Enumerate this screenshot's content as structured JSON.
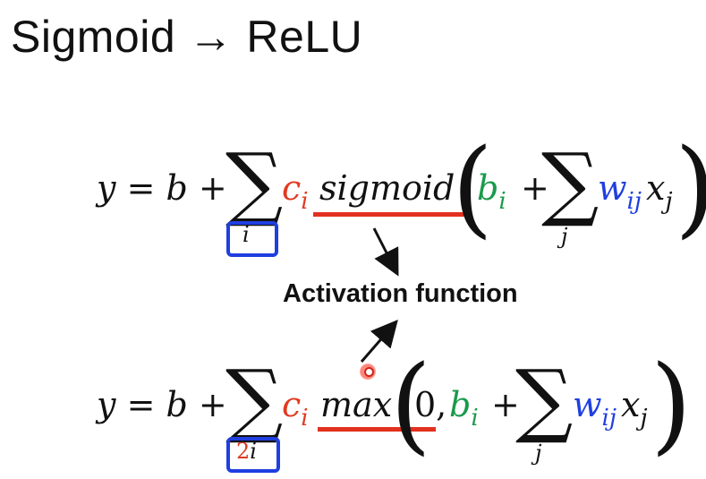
{
  "title": "Sigmoid → ReLU",
  "eq1": {
    "y": "y",
    "eq": "=",
    "b": "b",
    "plus": "+",
    "c": "c",
    "c_sub": "i",
    "func": "sigmoid",
    "b2": "b",
    "b2_sub": "i",
    "plus2": "+",
    "w": "w",
    "w_sub": "ij",
    "x": "x",
    "x_sub": "j",
    "sum_index": "i",
    "inner_sum_index": "j"
  },
  "eq2": {
    "y": "y",
    "eq": "=",
    "b": "b",
    "plus": "+",
    "c": "c",
    "c_sub": "i",
    "func": "max",
    "zero": "0,",
    "b2": "b",
    "b2_sub": "i",
    "plus2": "+",
    "w": "w",
    "w_sub": "ij",
    "x": "x",
    "x_sub": "j",
    "sum_index_prefix": "2",
    "sum_index": "i",
    "inner_sum_index": "j"
  },
  "annotation": "Activation function",
  "colors": {
    "red": "#e03a22",
    "green": "#1a9a4a",
    "blue": "#1f3fe0"
  }
}
